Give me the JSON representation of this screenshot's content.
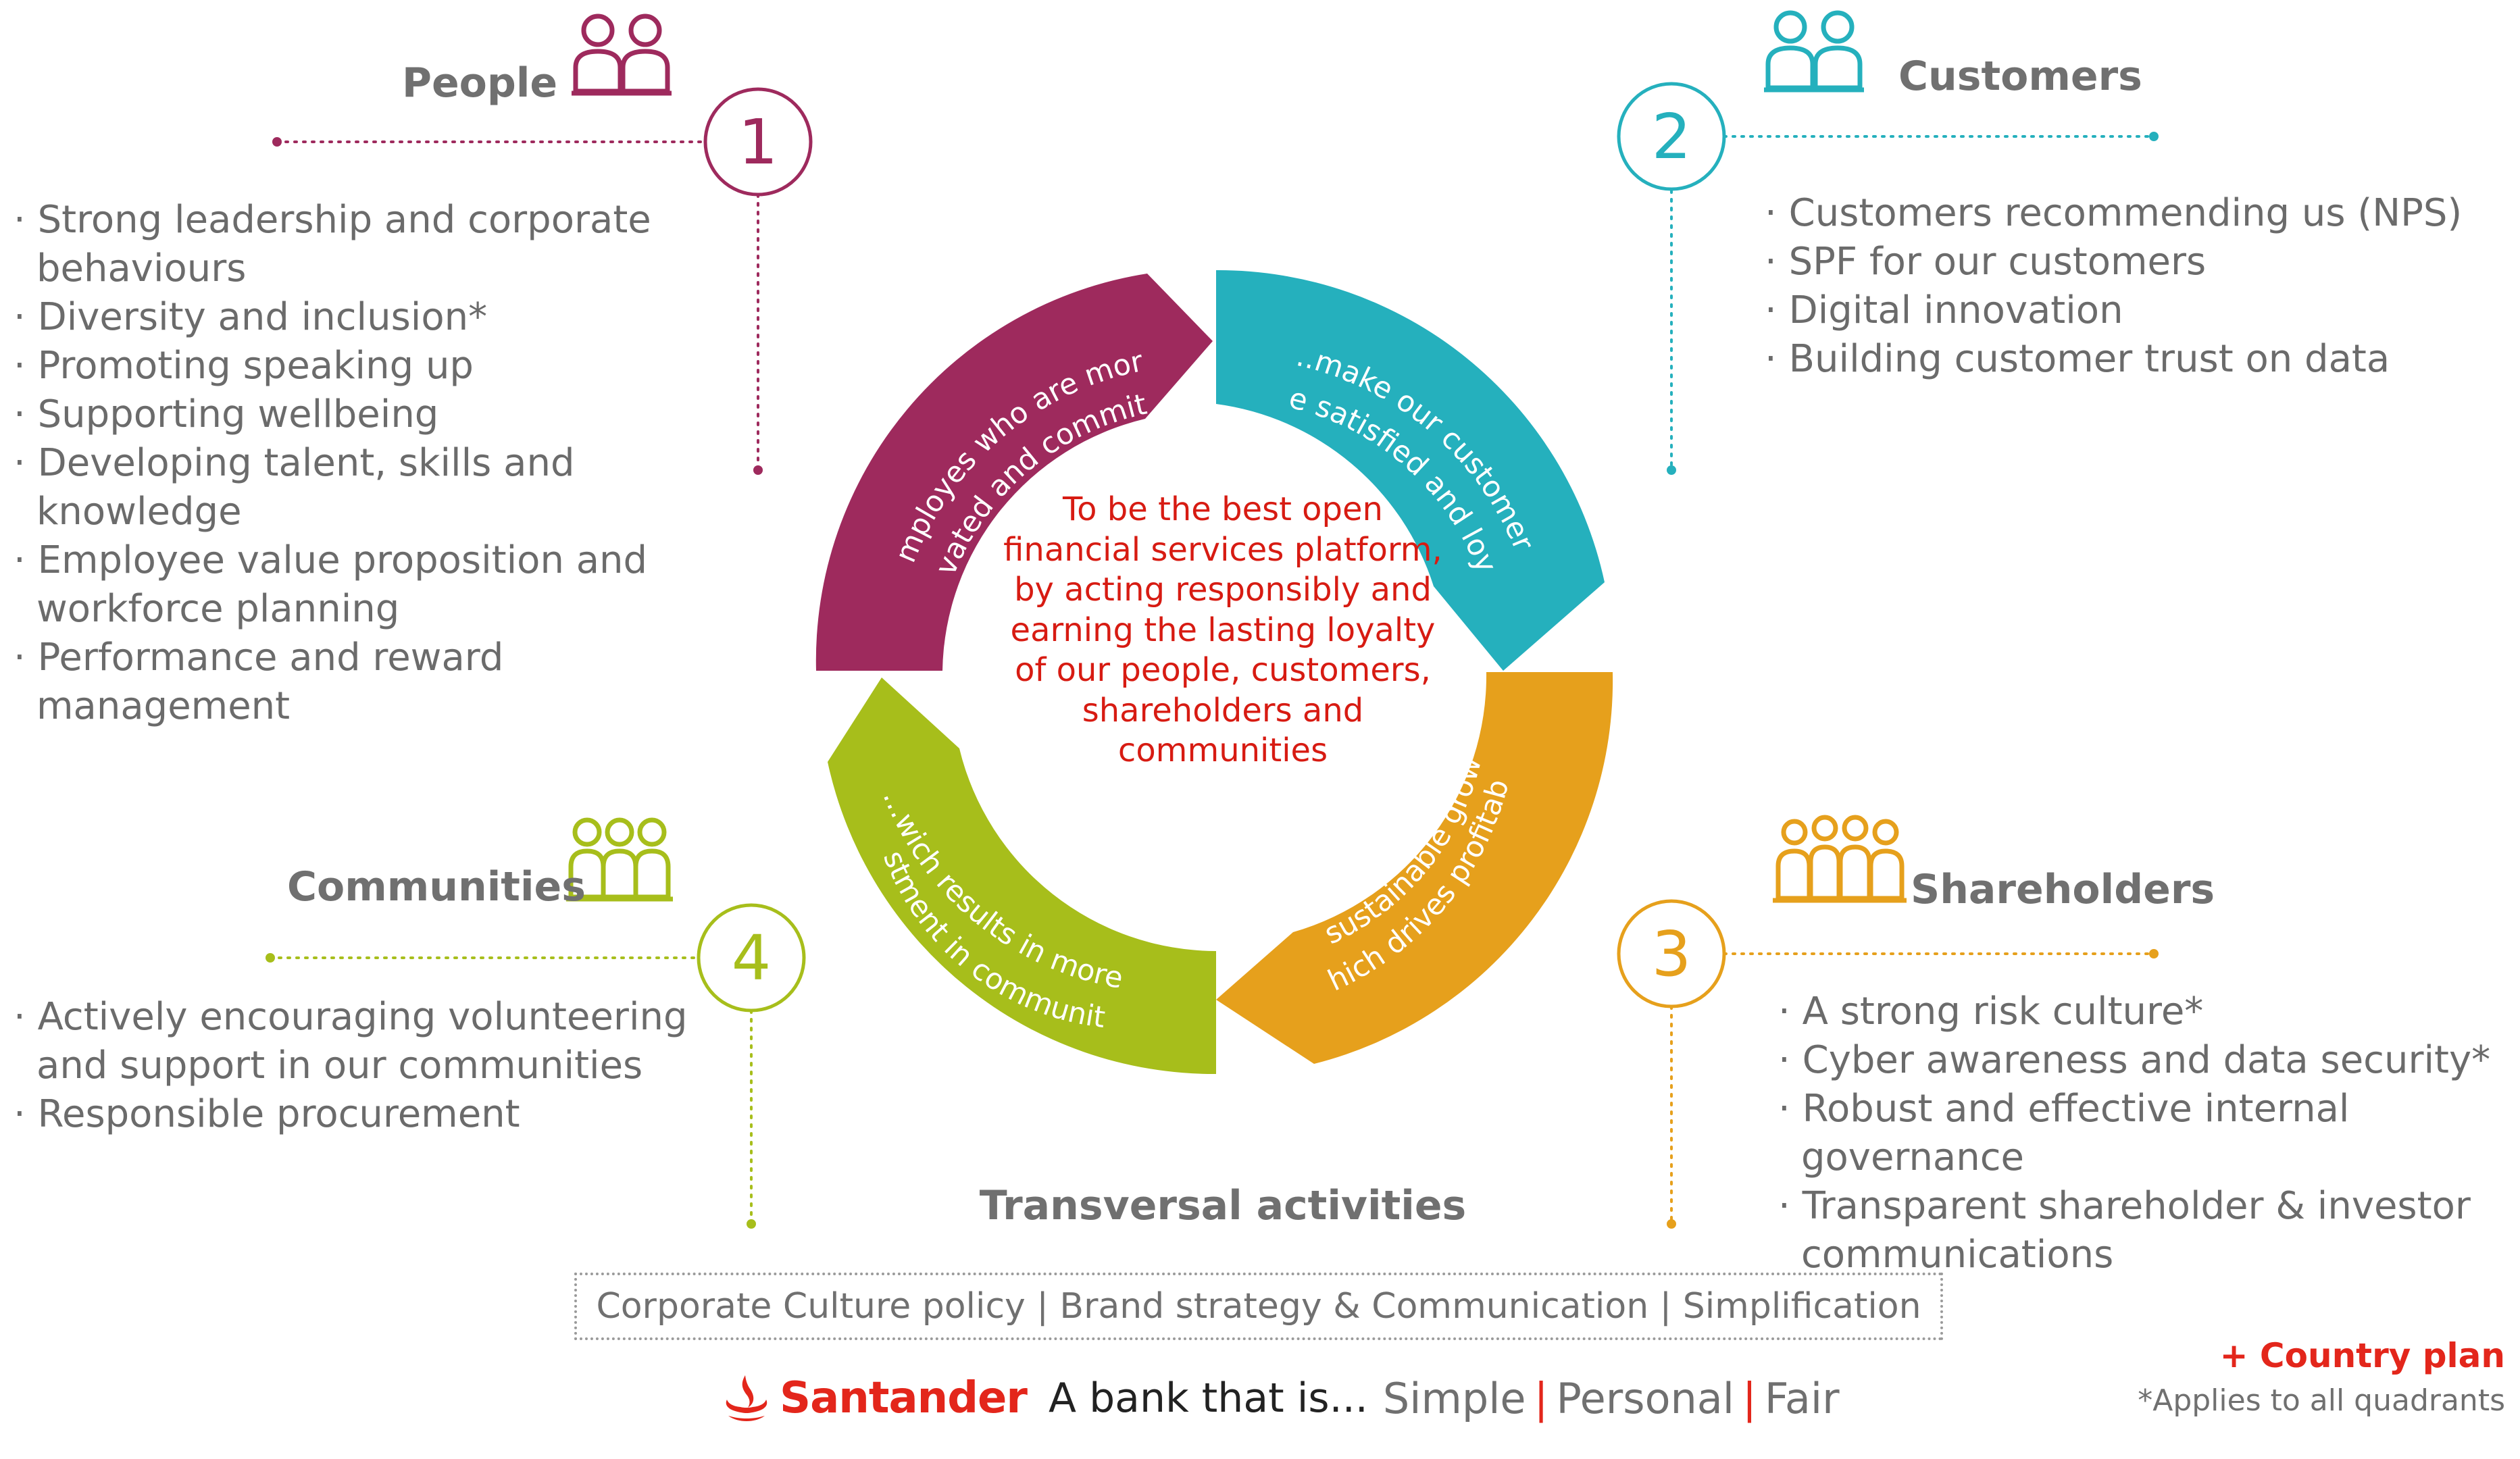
{
  "quadrants": {
    "people": {
      "title": "People",
      "number": "1",
      "color": "#9e2a5d",
      "items": [
        "Strong leadership and corporate behaviours",
        "Diversity and inclusion*",
        "Promoting speaking up",
        "Supporting wellbeing",
        "Developing talent, skills and knowledge",
        "Employee value proposition and workforce planning",
        "Performance and reward management"
      ]
    },
    "customers": {
      "title": "Customers",
      "number": "2",
      "color": "#25b0bd",
      "items": [
        "Customers recommending us (NPS)",
        "SPF for our customers",
        "Digital innovation",
        "Building customer trust on data"
      ]
    },
    "shareholders": {
      "title": "Shareholders",
      "number": "3",
      "color": "#e6a01c",
      "items": [
        "A strong risk culture*",
        "Cyber awareness and data security*",
        "Robust and effective internal governance",
        "Transparent shareholder & investor communications"
      ]
    },
    "communities": {
      "title": "Communities",
      "number": "4",
      "color": "#a7be1b",
      "items": [
        "Actively encouraging volunteering and support in our communities",
        "Responsible procurement"
      ]
    }
  },
  "cycle": {
    "people_line1": "Employes who are more",
    "people_line2": "motivated and committed...",
    "customers_line1": "...make our customers",
    "customers_line2": "more satisfied and loyal...",
    "shareholders_line1": "...which drives profitability",
    "shareholders_line2": "and sustainable growth...",
    "communities_line1": "...wich results in more",
    "communities_line2": "investment in communities."
  },
  "center_text": "To be the best open financial services platform, by acting responsibly and earning the lasting loyalty of our people, customers, shareholders and communities",
  "transversal": {
    "title": "Transversal activities",
    "items": "Corporate Culture policy | Brand strategy & Communication | Simplification"
  },
  "footer": {
    "brand": "Santander",
    "tagline": "A bank that is...",
    "words": [
      "Simple",
      "Personal",
      "Fair"
    ]
  },
  "country_plan": "+ Country plan",
  "applies_note": "*Applies to all quadrants",
  "icons": {
    "people": "two-people-icon",
    "customers": "two-people-icon",
    "shareholders": "four-people-icon",
    "communities": "three-people-icon",
    "brand": "santander-flame-icon"
  },
  "colors": {
    "accent_red": "#e3261b",
    "center_text": "#d71b12",
    "text_grey": "#6b6b6b"
  }
}
